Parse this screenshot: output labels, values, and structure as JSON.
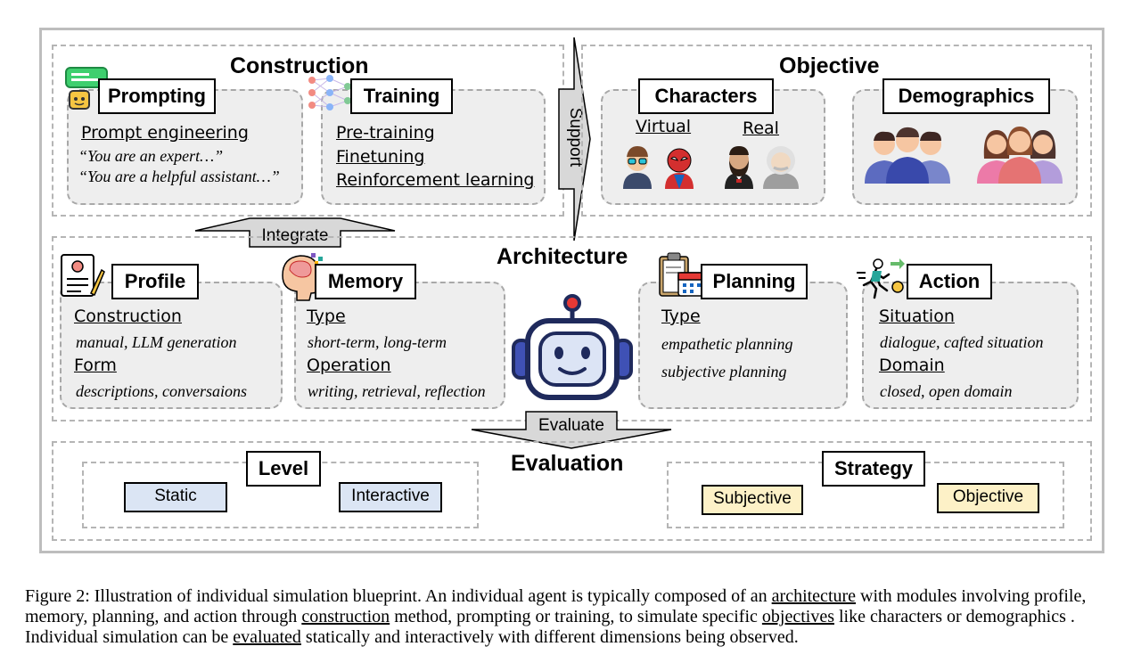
{
  "construction": {
    "title": "Construction",
    "prompting": {
      "label": "Prompting",
      "item": "Prompt engineering",
      "examples": [
        "“You are an expert…”",
        "“You are a helpful assistant…”"
      ]
    },
    "training": {
      "label": "Training",
      "items": [
        "Pre-training",
        "Finetuning",
        "Reinforcement learning"
      ]
    }
  },
  "support_label": "Support",
  "objective": {
    "title": "Objective",
    "characters": {
      "label": "Characters",
      "virtual": "Virtual",
      "real": "Real"
    },
    "demographics": {
      "label": "Demographics"
    }
  },
  "integrate_label": "Integrate",
  "architecture": {
    "title": "Architecture",
    "profile": {
      "label": "Profile",
      "h1": "Construction",
      "v1": "manual, LLM generation",
      "h2": "Form",
      "v2": "descriptions, conversaions"
    },
    "memory": {
      "label": "Memory",
      "h1": "Type",
      "v1": "short-term, long-term",
      "h2": "Operation",
      "v2": "writing, retrieval, reflection"
    },
    "planning": {
      "label": "Planning",
      "h1": "Type",
      "v1": "empathetic planning",
      "v2": "subjective planning"
    },
    "action": {
      "label": "Action",
      "h1": "Situation",
      "v1": "dialogue, cafted situation",
      "h2": "Domain",
      "v2": "closed, open domain"
    }
  },
  "evaluate_label": "Evaluate",
  "evaluation": {
    "title": "Evaluation",
    "level": {
      "label": "Level",
      "static": "Static",
      "interactive": "Interactive"
    },
    "strategy": {
      "label": "Strategy",
      "subjective": "Subjective",
      "objective": "Objective"
    }
  },
  "caption": {
    "p1": "Figure 2: Illustration of individual simulation blueprint. An individual agent is typically composed of an ",
    "u1": "architecture",
    "p2": " with modules involving profile, memory, planning, and action through ",
    "u2": "construction",
    "p3": " method, prompting or training, to simulate specific ",
    "u3": "objectives",
    "p4": " like characters or demographics . Individual simulation can be ",
    "u4": "evaluated",
    "p5": " statically and interactively with different dimensions being observed."
  },
  "colors": {
    "static_fill": "#dbe5f4",
    "interactive_fill": "#dbe5f4",
    "subjective_fill": "#fdf1c7",
    "objective_fill": "#fdf1c7",
    "robot_navy": "#1f2a5c"
  }
}
